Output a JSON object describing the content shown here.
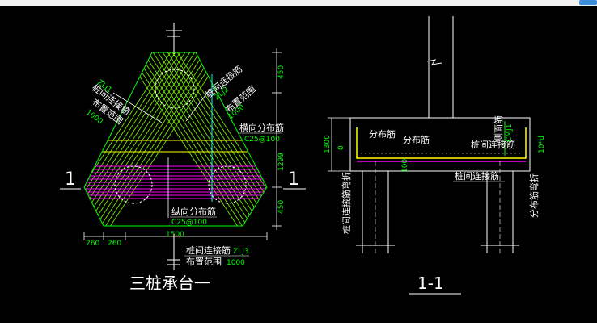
{
  "colors": {
    "background": "#000000",
    "outline": "#00ff00",
    "hatch_green": "#7fff00",
    "hatch_magenta": "#ff00ff",
    "cross_yellow": "#ffff00",
    "dim_green": "#00ff00",
    "cyan": "#00ffff",
    "text": "#ffffff"
  },
  "plan": {
    "title": "三桩承台一",
    "section_mark": "1",
    "labels": {
      "zlj1_name": "桩间连接筋",
      "zlj1_code": "ZLJ1",
      "zlj1_range": "布置范围",
      "zlj1_len": "1000",
      "zlj2_name": "桩间连接筋",
      "zlj2_code": "ZLJ2",
      "zlj2_range": "布置范围",
      "zlj2_len": "1000",
      "horiz_name": "横向分布筋",
      "horiz_spec": "C25@100",
      "long_name": "纵向分布筋",
      "long_spec": "C25@100",
      "zlj3_name": "桩间连接筋",
      "zlj3_code": "ZLJ3",
      "zlj3_range": "布置范围",
      "zlj3_len": "1000"
    },
    "dims": {
      "top": "450",
      "mid": "1299",
      "bottom": "450",
      "b1": "260",
      "b2": "260",
      "b3": "1500"
    }
  },
  "section": {
    "title": "1-1",
    "labels": {
      "dist1": "分布筋",
      "dist2": "分布筋",
      "side": "侧面筋",
      "side_code": "CMJ1",
      "pile_conn": "桩间连接筋",
      "pile_conn2": "桩间连接筋",
      "bend": "桩间连接筋弯折",
      "dist_bend": "分布筋弯折",
      "dist_bend_val": "10*d"
    },
    "dims": {
      "height": "1300",
      "zero": "0",
      "cover": "100"
    }
  }
}
